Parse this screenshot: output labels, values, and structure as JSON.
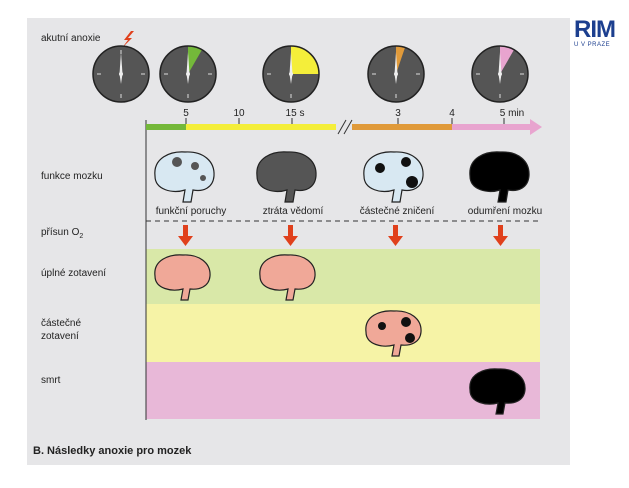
{
  "logo": {
    "text": "RIM",
    "subtitle": "U V PRAZE"
  },
  "labels": {
    "akutni": "akutní anoxie",
    "funkce": "funkce mozku",
    "prisun": "přísun O",
    "prisun_sub": "2",
    "uplne": "úplné zotavení",
    "castecne1": "částečné",
    "castecne2": "zotavení",
    "smrt": "smrt"
  },
  "timeline": {
    "seconds_ticks": [
      "5",
      "10",
      "15 s"
    ],
    "minutes_ticks": [
      "3",
      "4",
      "5 min"
    ]
  },
  "stages": [
    "funkční poruchy",
    "ztráta vědomí",
    "částečné zničení",
    "odumření mozku"
  ],
  "caption": "B. Následky anoxie pro mozek",
  "colors": {
    "green": "#74b83a",
    "yellow": "#f4ee3a",
    "orange": "#e09a3a",
    "pink": "#e8a4cf",
    "band_green": "#d9e8a8",
    "band_yellow": "#f6f3a6",
    "band_pink": "#e8b8d8",
    "arrow": "#e0401c",
    "brain_pink": "#f0a898",
    "brain_light": "#d8e8f2",
    "brain_dark": "#555555"
  }
}
